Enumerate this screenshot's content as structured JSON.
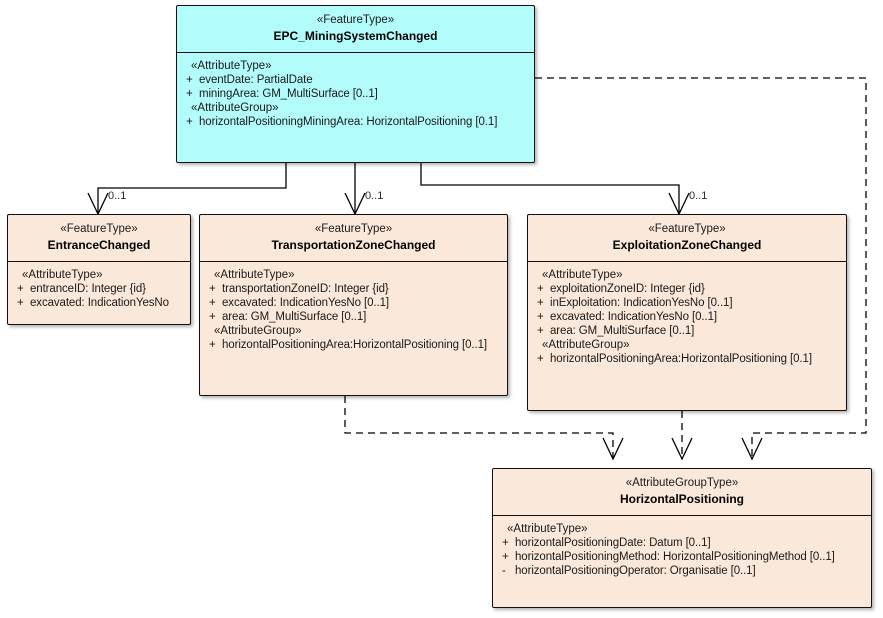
{
  "diagram": {
    "title": "EPC MiningSystemChanged UML class diagram",
    "colors": {
      "featuretype_root_fill": "#b2fcfc",
      "featuretype_fill": "#fae8da",
      "border": "#111111",
      "line": "#000000"
    }
  },
  "classes": {
    "root": {
      "stereotype": "«FeatureType»",
      "name": "EPC_MiningSystemChanged",
      "sections": [
        {
          "group": "«AttributeType»",
          "attributes": [
            {
              "visibility": "+",
              "signature": "eventDate: PartialDate"
            },
            {
              "visibility": "+",
              "signature": "miningArea: GM_MultiSurface [0..1]"
            }
          ]
        },
        {
          "group": "«AttributeGroup»",
          "attributes": [
            {
              "visibility": "+",
              "signature": "horizontalPositioningMiningArea: HorizontalPositioning [0.1]"
            }
          ]
        }
      ]
    },
    "entrance": {
      "stereotype": "«FeatureType»",
      "name": "EntranceChanged",
      "sections": [
        {
          "group": "«AttributeType»",
          "attributes": [
            {
              "visibility": "+",
              "signature": "entranceID: Integer {id}"
            },
            {
              "visibility": "+",
              "signature": "excavated: IndicationYesNo"
            }
          ]
        }
      ]
    },
    "transportation": {
      "stereotype": "«FeatureType»",
      "name": "TransportationZoneChanged",
      "sections": [
        {
          "group": "«AttributeType»",
          "attributes": [
            {
              "visibility": "+",
              "signature": "transportationZoneID: Integer {id}"
            },
            {
              "visibility": "+",
              "signature": "excavated: IndicationYesNo [0..1]"
            },
            {
              "visibility": "+",
              "signature": "area: GM_MultiSurface [0..1]"
            }
          ]
        },
        {
          "group": "«AttributeGroup»",
          "attributes": [
            {
              "visibility": "+",
              "signature": "horizontalPositioningArea:HorizontalPositioning [0..1]"
            }
          ]
        }
      ]
    },
    "exploitation": {
      "stereotype": "«FeatureType»",
      "name": "ExploitationZoneChanged",
      "sections": [
        {
          "group": "«AttributeType»",
          "attributes": [
            {
              "visibility": "+",
              "signature": "exploitationZoneID: Integer {id}"
            },
            {
              "visibility": "+",
              "signature": "inExploitation: IndicationYesNo [0..1]"
            },
            {
              "visibility": "+",
              "signature": "excavated: IndicationYesNo [0..1]"
            },
            {
              "visibility": "+",
              "signature": "area: GM_MultiSurface [0..1]"
            }
          ]
        },
        {
          "group": "«AttributeGroup»",
          "attributes": [
            {
              "visibility": "+",
              "signature": "horizontalPositioningArea:HorizontalPositioning [0.1]"
            }
          ]
        }
      ]
    },
    "horizontalpositioning": {
      "stereotype": "«AttributeGroupType»",
      "name": "HorizontalPositioning",
      "sections": [
        {
          "group": "«AttributeType»",
          "attributes": [
            {
              "visibility": "+",
              "signature": "horizontalPositioningDate: Datum [0..1]"
            },
            {
              "visibility": "+",
              "signature": "horizontalPositioningMethod: HorizontalPositioningMethod [0..1]"
            },
            {
              "visibility": "-",
              "signature": "horizontalPositioningOperator: Organisatie [0..1]"
            }
          ]
        }
      ]
    }
  },
  "edge_labels": {
    "entrance_mult": "0..1",
    "transportation_mult": "0..1",
    "exploitation_mult": "0..1"
  }
}
